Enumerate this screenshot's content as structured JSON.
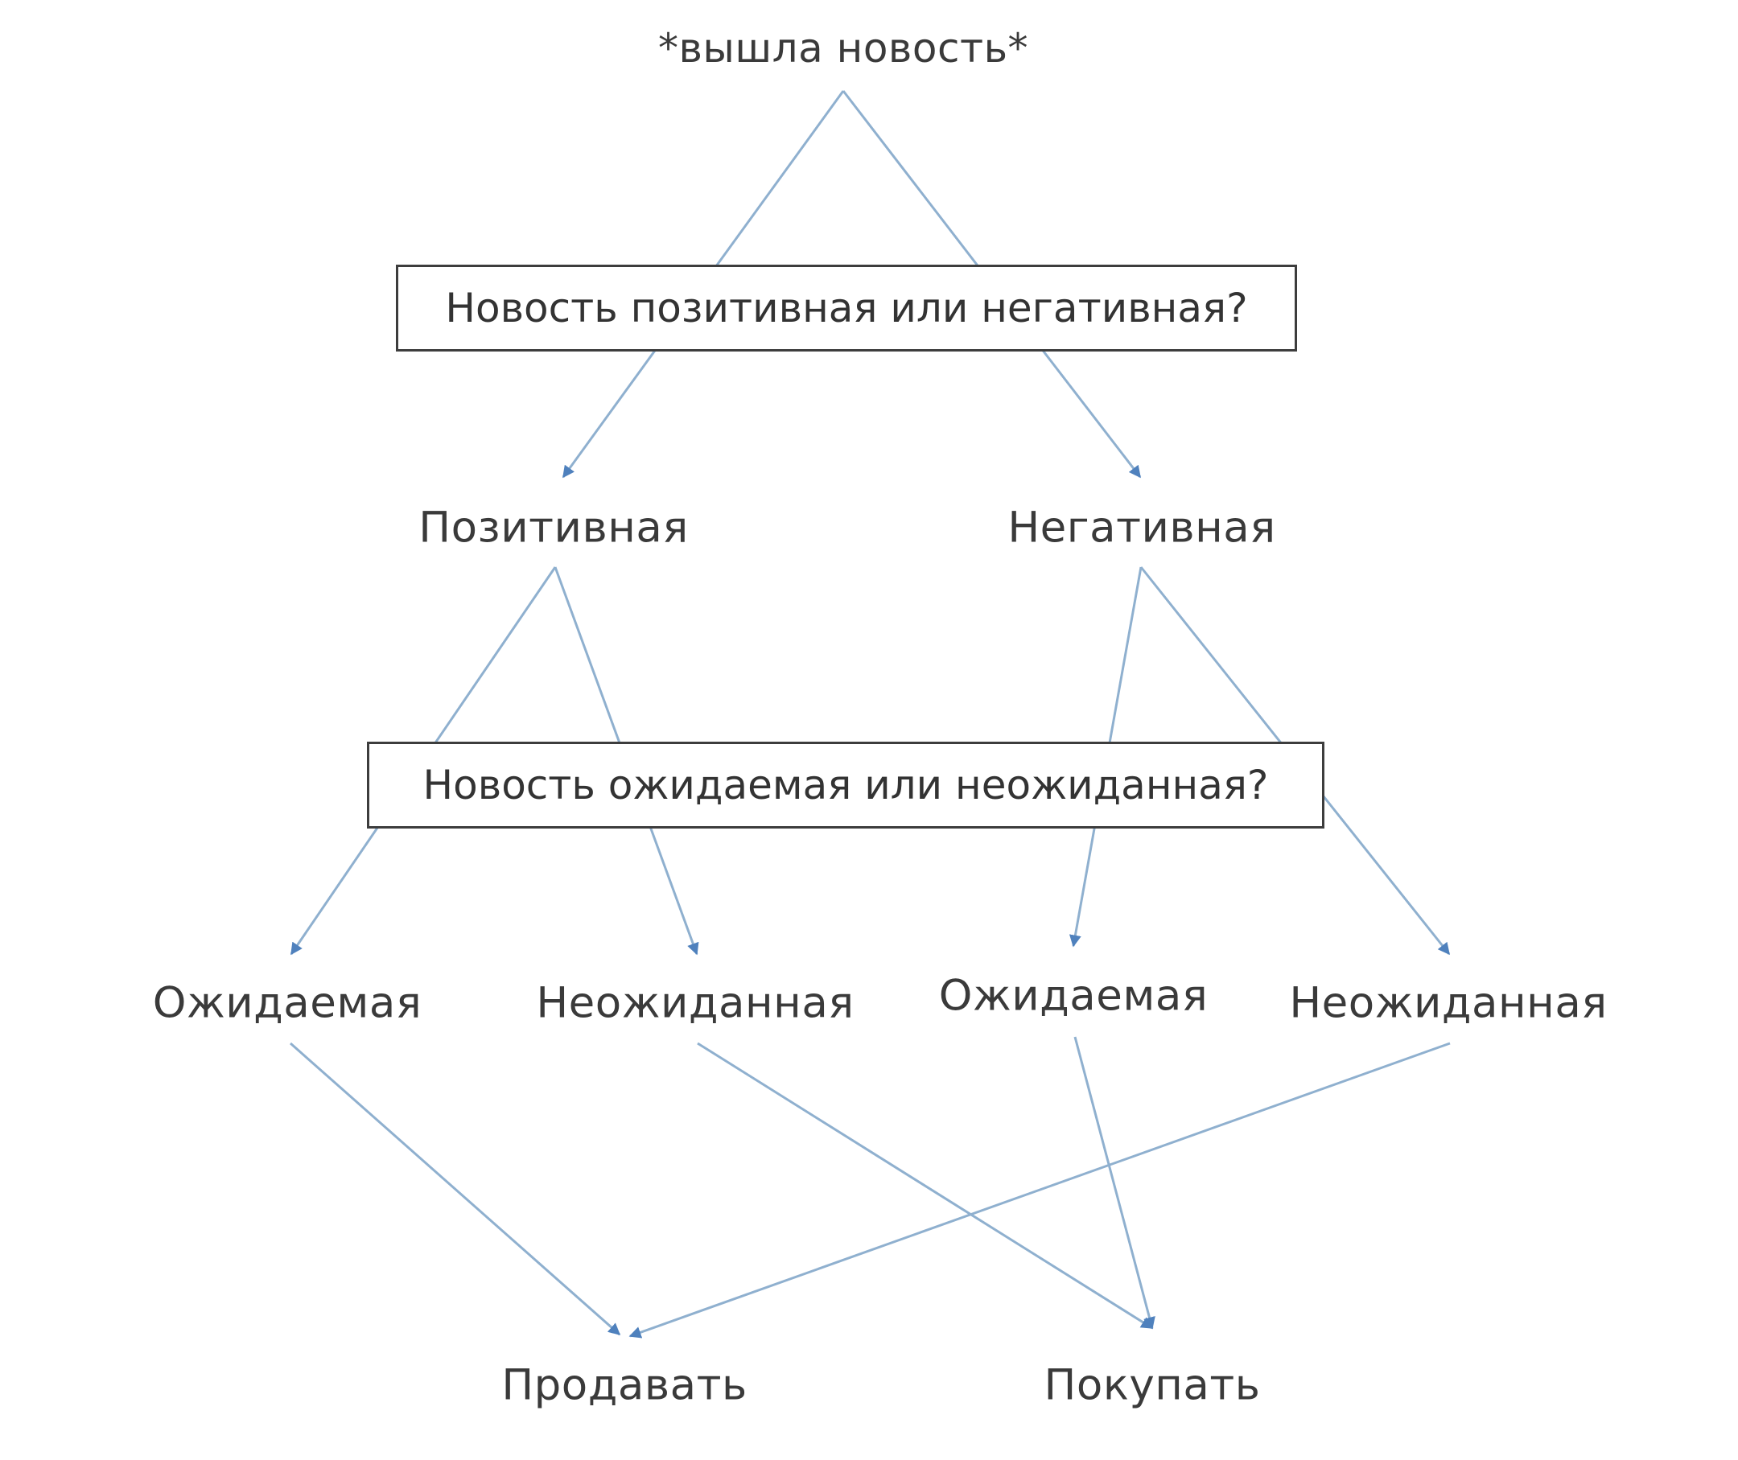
{
  "root": {
    "label": "*вышла новость*"
  },
  "questions": {
    "q1": "Новость позитивная или негативная?",
    "q2": "Новость ожидаемая или неожиданная?"
  },
  "level1": {
    "positive": "Позитивная",
    "negative": "Негативная"
  },
  "level2": {
    "pos_expected": "Ожидаемая",
    "pos_unexpected": "Неожиданная",
    "neg_expected": "Ожидаемая",
    "neg_unexpected": "Неожиданная"
  },
  "outcomes": {
    "sell": "Продавать",
    "buy": "Покупать"
  },
  "colors": {
    "connector": "#8fb0cf",
    "arrowhead": "#4f81bd",
    "box_border": "#3d3d3d",
    "text": "#3a3a3a"
  }
}
